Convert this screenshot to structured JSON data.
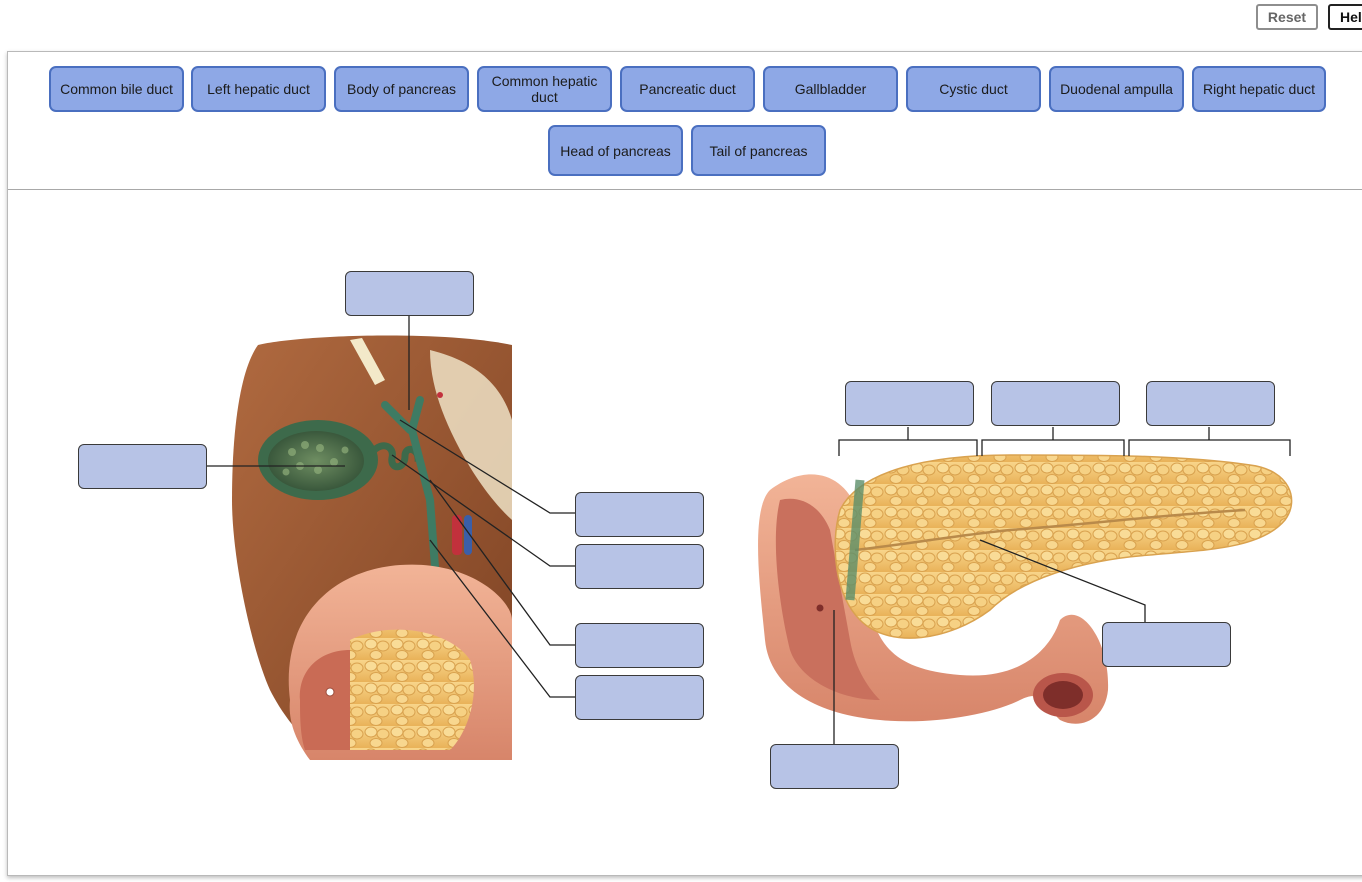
{
  "toolbar": {
    "reset_label": "Reset",
    "help_label": "Help"
  },
  "label_bank": [
    "Common bile duct",
    "Left hepatic duct",
    "Body of pancreas",
    "Common hepatic duct",
    "Pancreatic duct",
    "Gallbladder",
    "Cystic duct",
    "Duodenal ampulla",
    "Right hepatic duct",
    "Head of pancreas",
    "Tail of pancreas"
  ],
  "target_count": 11,
  "colors": {
    "chip_fill": "#8ea8e6",
    "chip_border": "#4a6fc0",
    "target_fill": "#b7c3e6",
    "liver": "#9b5a35",
    "pancreas": "#f3c56a",
    "duodenum": "#e9a07f"
  }
}
